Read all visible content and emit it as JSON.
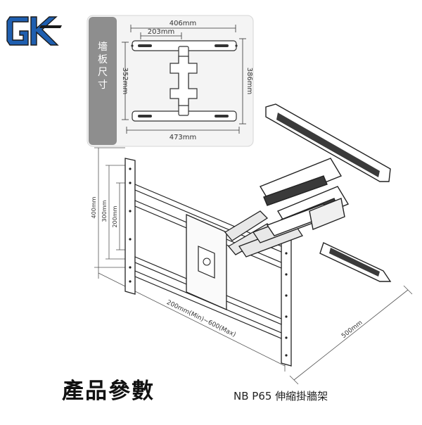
{
  "logo": {
    "text": "GK",
    "colors": {
      "blue": "#1f5fb0",
      "dark": "#1a1a1a"
    }
  },
  "wall_plate": {
    "panel_label": "墻板尺寸",
    "top_outer_width": "406mm",
    "top_inner_width": "203mm",
    "bottom_width": "473mm",
    "left_height": "352mm",
    "right_height": "386mm"
  },
  "mount": {
    "height_outer": "400mm",
    "height_mid": "300mm",
    "height_inner": "200mm",
    "width_range": "200mm(Min)~600(Max)",
    "depth": "500mm"
  },
  "footer": {
    "title": "產品參數",
    "subtitle": "NB P65 伸縮掛牆架"
  }
}
